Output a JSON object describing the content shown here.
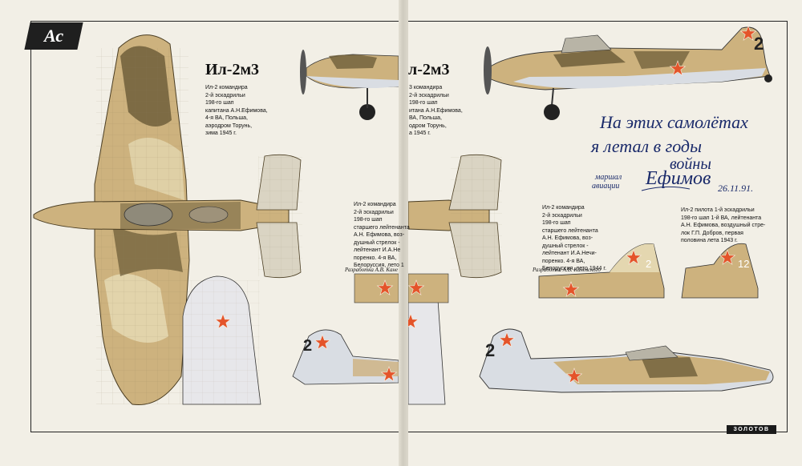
{
  "magazine": {
    "logo_text": "Ас",
    "footer_badge": "ЗОЛОТОВ"
  },
  "left_page": {
    "title": "Ил-2м3",
    "caption_lines": [
      "Ил-2 командира",
      "2-й эскадрильи",
      "198-го шап",
      "капитана А.Н.Ефимова,",
      "4-я ВА, Польша,",
      "аэродром Торунь,",
      "зима 1945 г."
    ],
    "caption2_lines": [
      "Ил-2 командира",
      "2-й эскадрильи",
      "198-го шап",
      "старшего лейтенанта",
      "А.Н. Ефимова, воз-",
      "душный стрелок -",
      "лейтенант И.А.Не",
      "поренко. 4-я ВА,",
      "Белоруссия, лето 1"
    ],
    "credit": "Разработка А.В. Кане"
  },
  "right_page": {
    "title": "л-2м3",
    "caption_lines": [
      "3 командира",
      "2-й эскадрильи",
      "198-го шап",
      "итана А.Н.Ефимова,",
      "ВА, Польша,",
      "одром Торунь,",
      "а 1945 г."
    ],
    "caption2_lines": [
      "Ил-2 командира",
      "2-й эскадрильи",
      "198-го шап",
      "старшего лейтенанта",
      "А.Н. Ефимова, воз-",
      "душный стрелок -",
      "лейтенант И.А.Нечи-",
      "поренко. 4-я ВА,",
      "Белоруссия, лето 1944 г."
    ],
    "credit": "Разработка А.В. Каневского",
    "caption3_lines": [
      "Ил-2 пилота 1-й эскадрильи",
      "198-го шап 1-й ВА, лейтенанта",
      "А.Н. Ефимова, воздушный стре-",
      "лок Г.П. Добров, первая",
      "половина лета 1943 г."
    ],
    "handwriting": {
      "line1": "На этих самолётах",
      "line2": "я летал в годы",
      "line3": "войны",
      "sig_line1": "маршал",
      "sig_line2": "авиации",
      "signature": "Ефимов",
      "date": "26.11.91."
    }
  },
  "markings": {
    "number_2": "2",
    "number_12": "12"
  },
  "colors": {
    "camo_tan": "#cdb27e",
    "camo_dark": "#6e5e3a",
    "camo_light": "#e4d7b0",
    "under_blue": "#d9dde3",
    "star_red": "#e4542a",
    "ink": "#1a2a6a"
  }
}
